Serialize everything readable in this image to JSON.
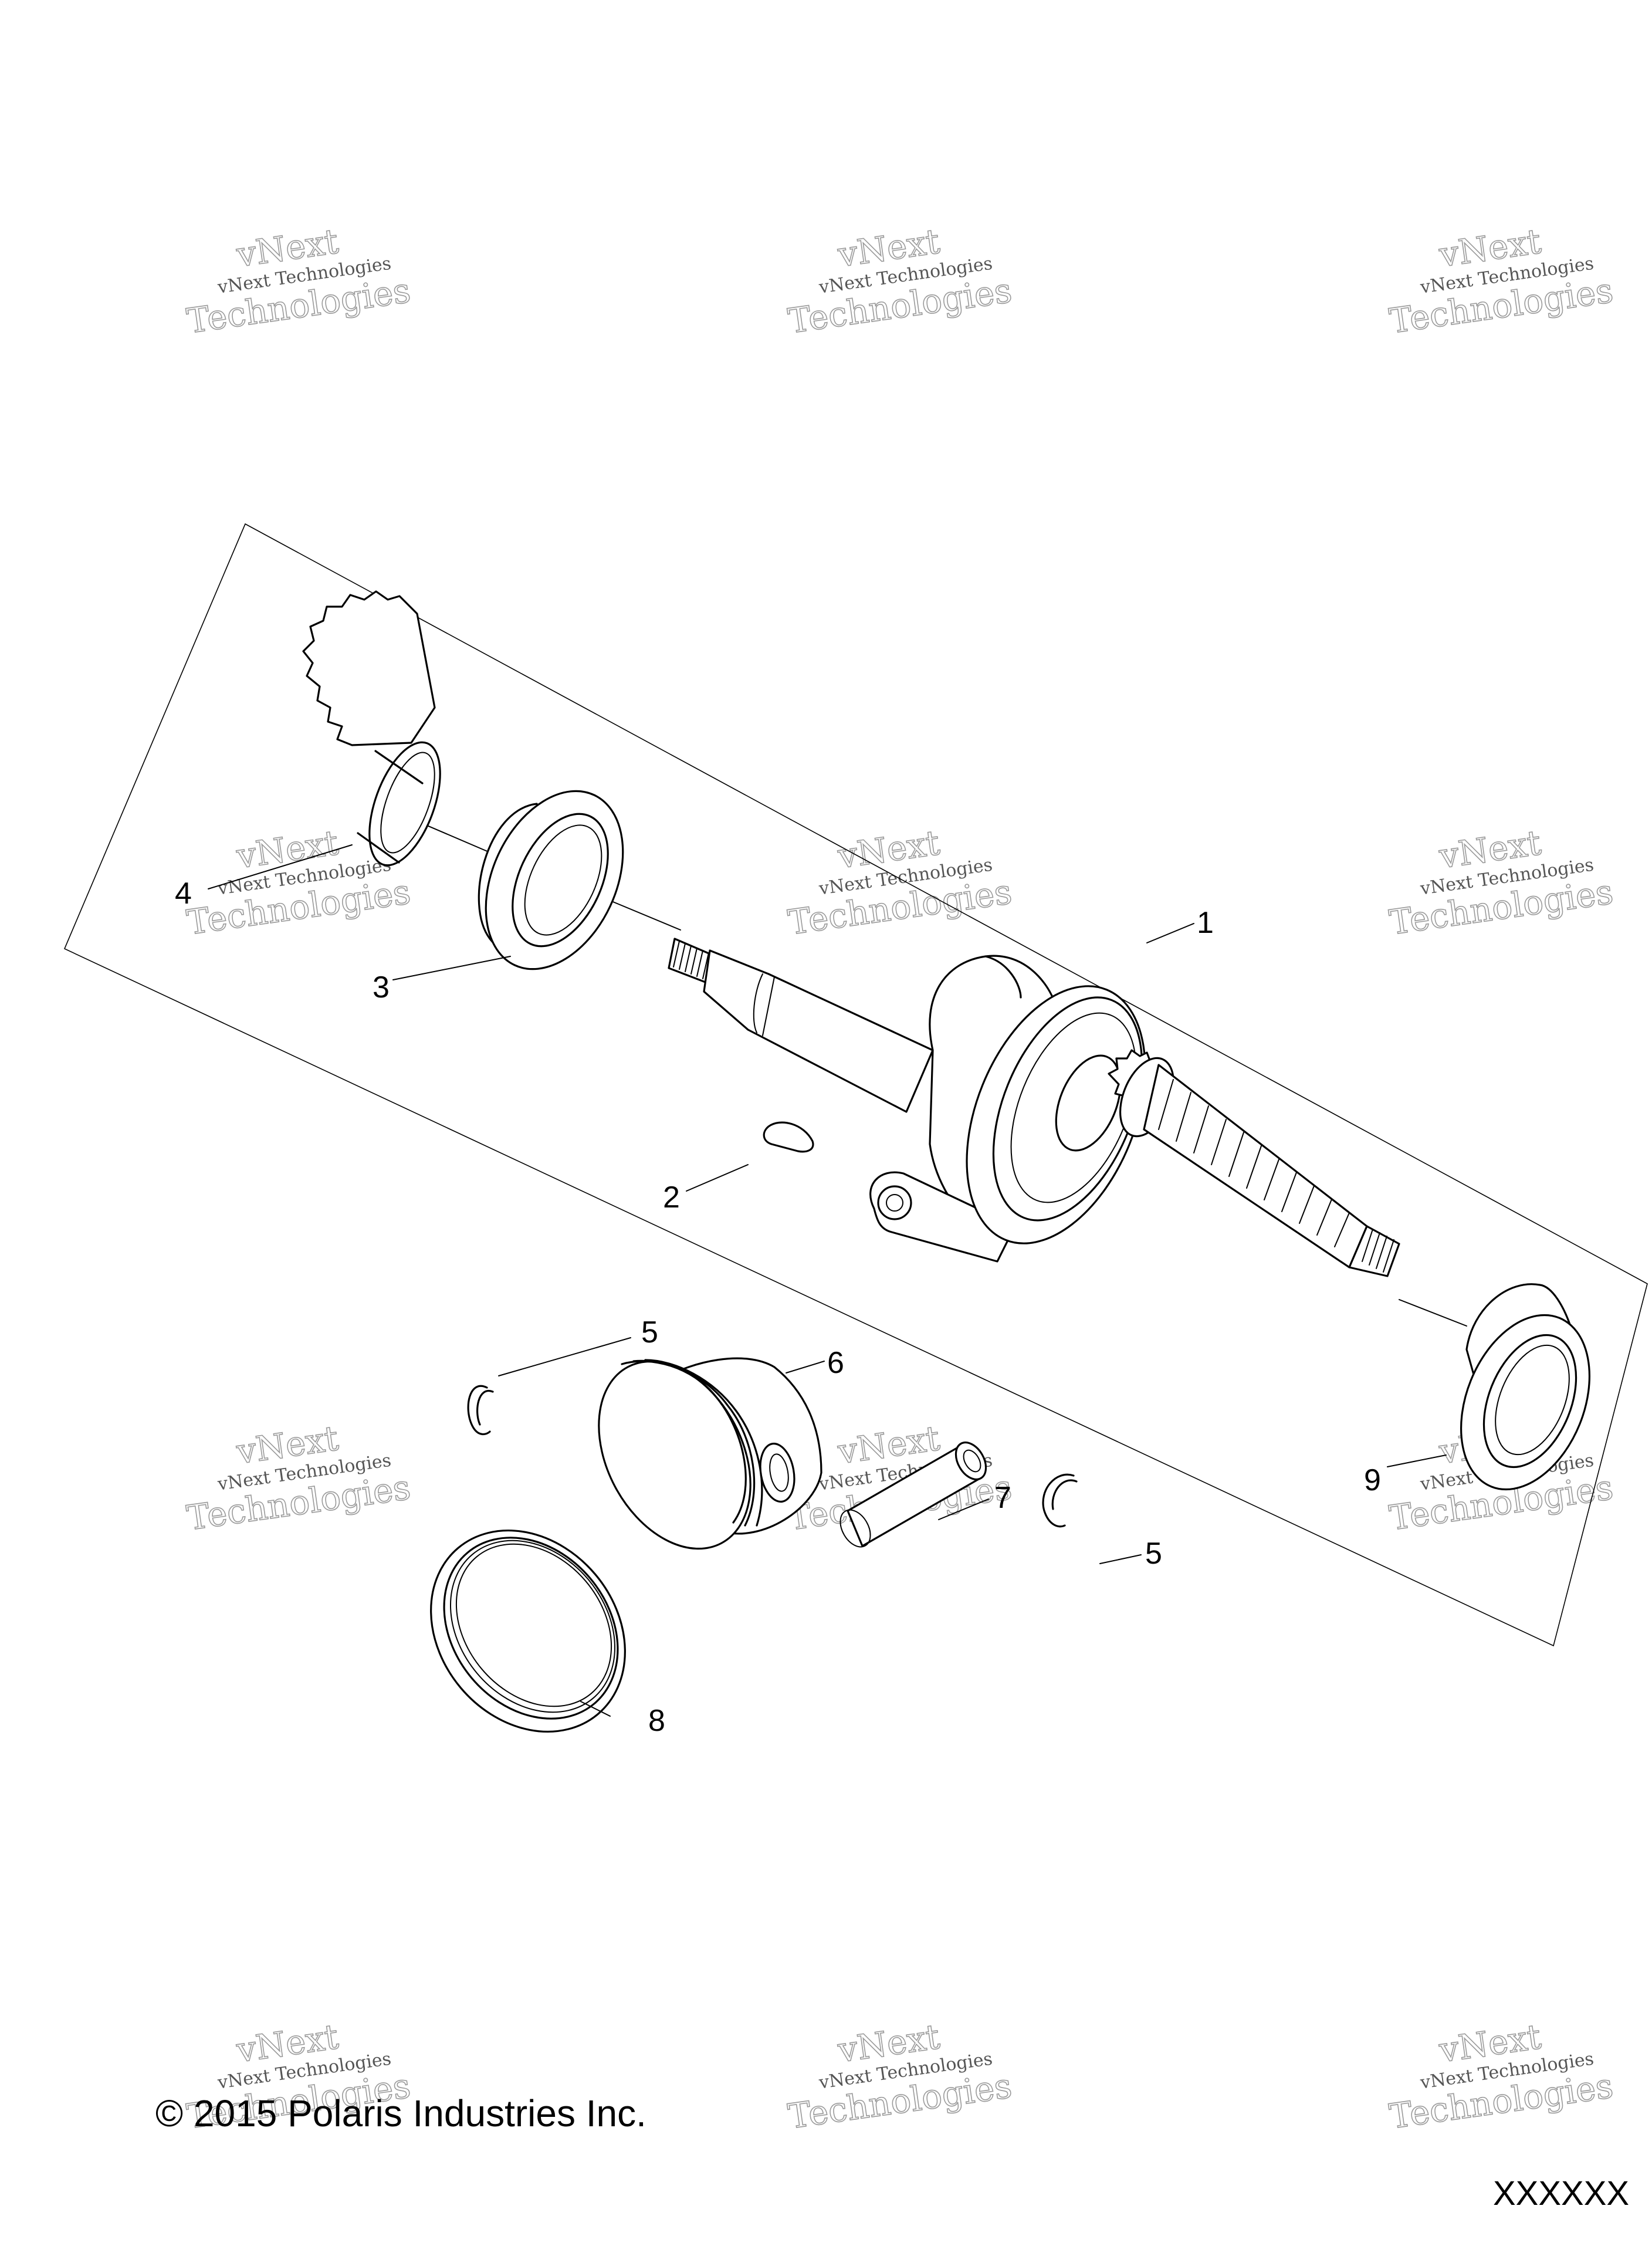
{
  "callouts": {
    "c1": "1",
    "c2": "2",
    "c3": "3",
    "c4": "4",
    "c5a": "5",
    "c5b": "5",
    "c6": "6",
    "c7": "7",
    "c8": "8",
    "c9": "9"
  },
  "parts": {
    "p1": "crankshaft",
    "p2": "woodruff key",
    "p3": "bearing",
    "p4": "gear",
    "p5": "piston pin clip",
    "p6": "piston",
    "p7": "piston pin",
    "p8": "piston ring set",
    "p9": "bearing"
  },
  "watermark": {
    "line1": "vNext Technologies",
    "line2": "vNext",
    "line3": "Technologies"
  },
  "footer": {
    "copyright": "© 2015 Polaris Industries Inc.",
    "figure_id": "XXXXXX"
  }
}
